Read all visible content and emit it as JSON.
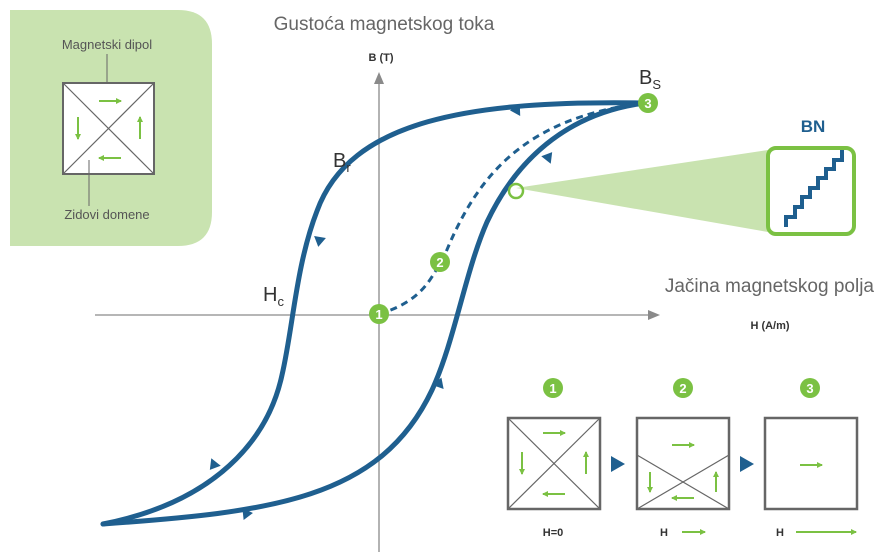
{
  "colors": {
    "curve": "#1f5f8f",
    "green": "#7bc143",
    "panel": "#c9e3b0",
    "axis": "#8a8a8a",
    "box": "#666666",
    "text": "#555555",
    "dark": "#333333"
  },
  "legend": {
    "dipole_label": "Magnetski dipol",
    "walls_label": "Zidovi domene"
  },
  "axes": {
    "y_title": "Gustoća magnetskog toka",
    "y_unit": "B (T)",
    "x_title": "Jačina magnetskog polja",
    "x_unit": "H (A/m)"
  },
  "curve_labels": {
    "bs_main": "B",
    "bs_sub": "S",
    "br_main": "B",
    "br_sub": "r",
    "hc_main": "H",
    "hc_sub": "c"
  },
  "markers": [
    "1",
    "2",
    "3"
  ],
  "zoom": {
    "label": "BN"
  },
  "states": [
    {
      "number": "1",
      "caption": "H=0"
    },
    {
      "number": "2",
      "caption": "H"
    },
    {
      "number": "3",
      "caption": "H"
    }
  ],
  "icons": {
    "arrow": "arrow-icon",
    "step_arrow": "triangle-right-icon"
  }
}
